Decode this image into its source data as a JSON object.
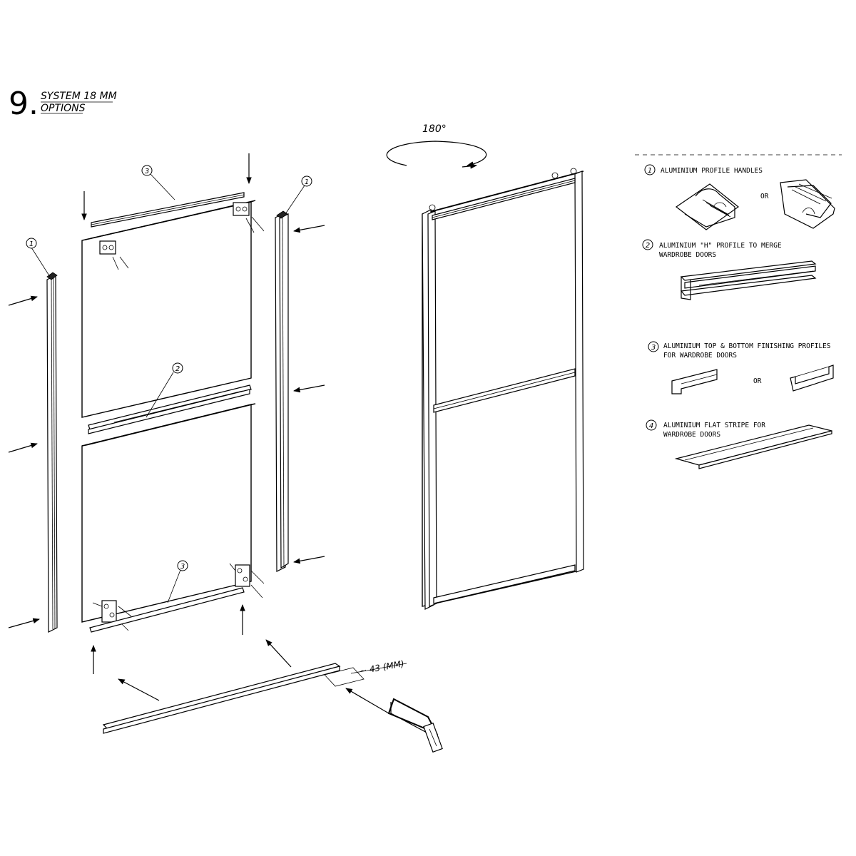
{
  "header": {
    "section_number": "9.",
    "system_label": "SYSTEM 18 MM",
    "options_label": "OPTIONS"
  },
  "assembly": {
    "rotation_label": "180°",
    "cut_dimension_label": "~ 43  (MM)",
    "callouts": [
      "1",
      "1",
      "2",
      "3",
      "3"
    ]
  },
  "options": [
    {
      "number": "1",
      "caption_lines": [
        "ALUMINIUM PROFILE HANDLES"
      ],
      "or_label": "OR"
    },
    {
      "number": "2",
      "caption_lines": [
        "ALUMINIUM \"H\" PROFILE TO MERGE",
        "WARDROBE DOORS"
      ]
    },
    {
      "number": "3",
      "caption_lines": [
        "ALUMINIUM TOP & BOTTOM FINISHING PROFILES",
        "FOR WARDROBE DOORS"
      ],
      "or_label": "OR"
    },
    {
      "number": "4",
      "caption_lines": [
        "ALUMINIUM FLAT STRIPE FOR",
        "WARDROBE DOORS"
      ]
    }
  ],
  "colors": {
    "ink": "#000000",
    "paper": "#ffffff"
  }
}
